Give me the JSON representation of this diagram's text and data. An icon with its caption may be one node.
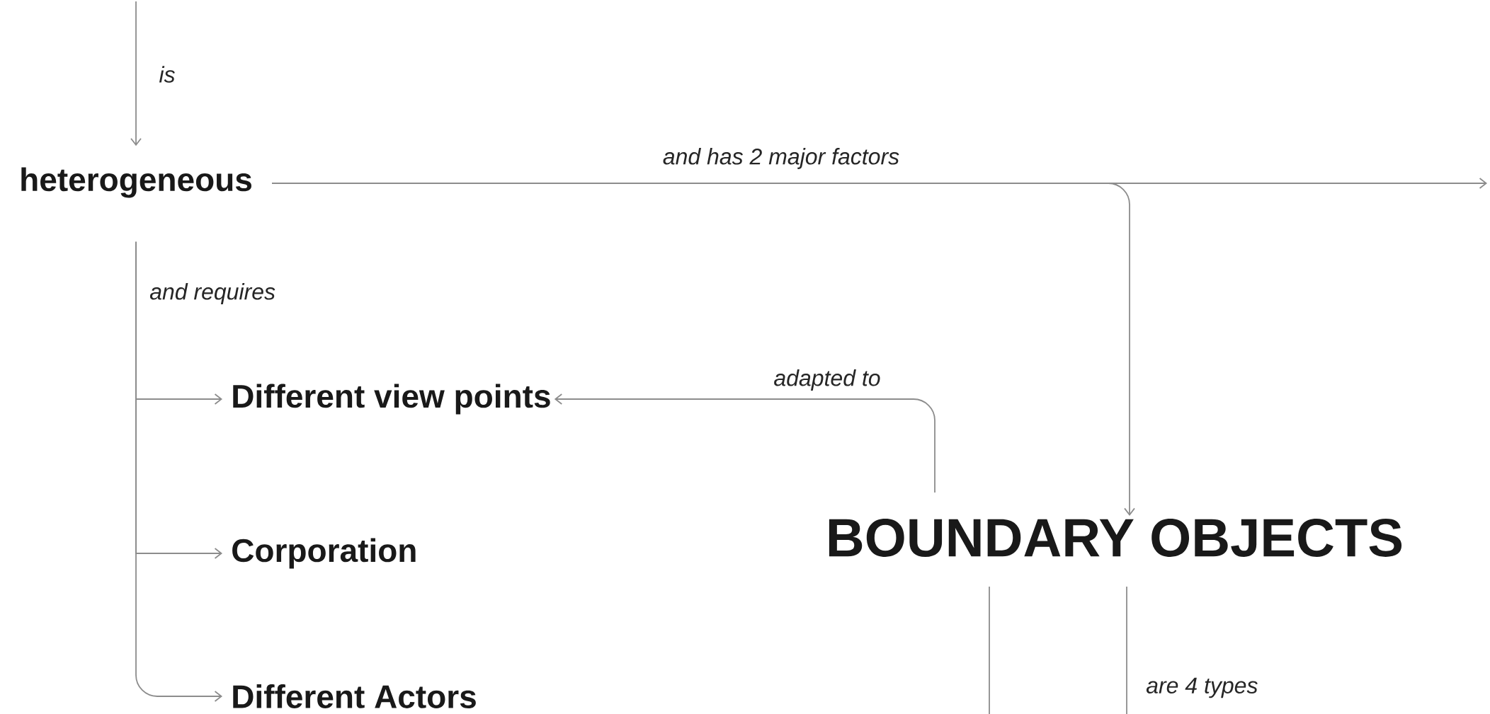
{
  "diagram": {
    "nodes": [
      {
        "text": [
          "heterogeneous"
        ]
      },
      {
        "text": [
          "Different view points"
        ]
      },
      {
        "text": [
          "Corporation"
        ]
      },
      {
        "text": [
          "Different Actors"
        ]
      },
      {
        "text": [
          "BOUNDARY OBJECTS"
        ]
      }
    ],
    "edges": [
      {
        "from": null,
        "to": 0,
        "arrow": "to",
        "label": "is"
      },
      {
        "from": 0,
        "to": null,
        "arrow": "to",
        "label": "and has 2 major factors"
      },
      {
        "from": 0,
        "to": 4,
        "arrow": "to"
      },
      {
        "from": 0,
        "to": 1,
        "arrow": "to",
        "label": "and requires"
      },
      {
        "from": 0,
        "to": 2,
        "arrow": "to"
      },
      {
        "from": 0,
        "to": 3,
        "arrow": "to"
      },
      {
        "from": 4,
        "to": 1,
        "arrow": "to",
        "label": "adapted to"
      },
      {
        "from": 4,
        "to": null,
        "arrow": "none"
      },
      {
        "from": 4,
        "to": null,
        "arrow": "none",
        "label": "are 4 types"
      }
    ]
  }
}
